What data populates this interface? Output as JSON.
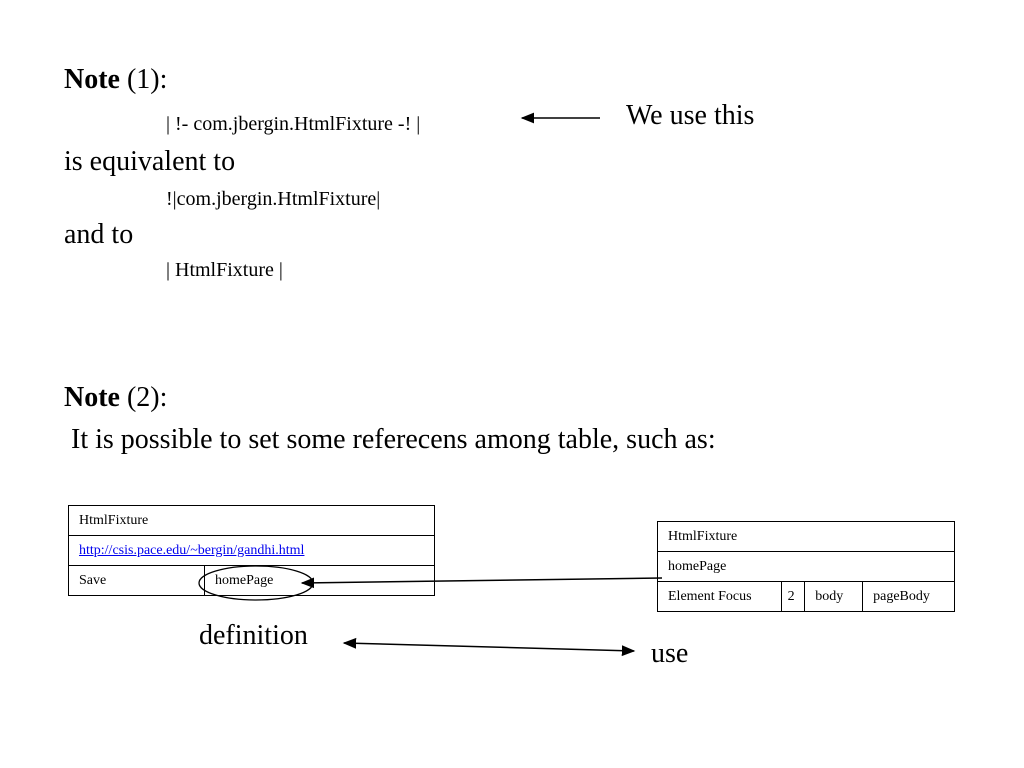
{
  "note1": {
    "title_bold": "Note",
    "title_rest": " (1):",
    "line1_code": "| !- com.jbergin.HtmlFixture -! |",
    "callout": "We use this",
    "equivalent": "is equivalent to",
    "line2_code": "!|com.jbergin.HtmlFixture|",
    "and_to": "and to",
    "line3_code": "| HtmlFixture |"
  },
  "note2": {
    "title_bold": "Note",
    "title_rest": " (2):",
    "text": "It is possible to set some referecens among table, such as:"
  },
  "table_left": {
    "row1": "HtmlFixture",
    "row2_link": "http://csis.pace.edu/~bergin/gandhi.html",
    "row3_col1": "Save",
    "row3_col2": "homePage"
  },
  "table_right": {
    "row1": "HtmlFixture",
    "row2": "homePage",
    "row3": [
      "Element Focus",
      "2",
      "body",
      "pageBody"
    ]
  },
  "labels": {
    "definition": "definition",
    "use": "use"
  }
}
